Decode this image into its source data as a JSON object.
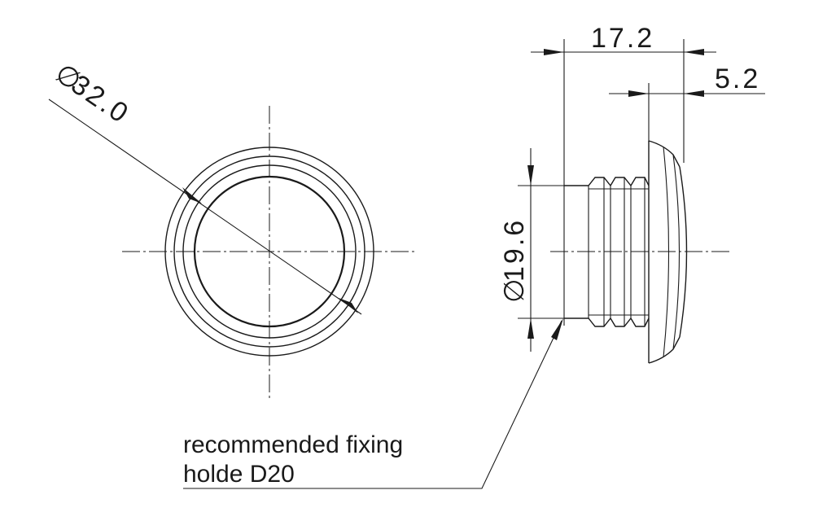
{
  "dimensions": {
    "diameter_front": "32.0",
    "overall_length": "17.2",
    "flange_thickness": "5.2",
    "diameter_side": "19.6",
    "diameter_symbol": "∅"
  },
  "note": {
    "line1": "recommended fixing",
    "line2": "holde D20"
  }
}
